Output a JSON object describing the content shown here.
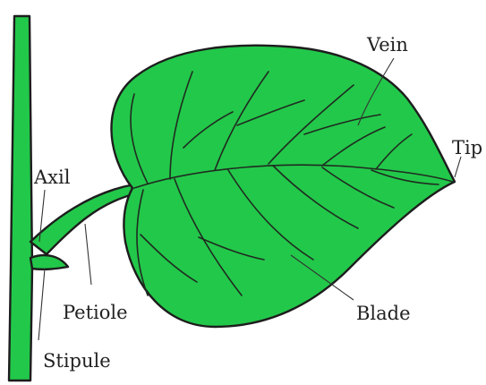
{
  "diagram": {
    "labels": {
      "vein": "Vein",
      "tip": "Tip",
      "axil": "Axil",
      "petiole": "Petiole",
      "blade": "Blade",
      "stipule": "Stipule"
    },
    "colors": {
      "leaf_fill": "#22c84a",
      "outline": "#1d1d1d",
      "background": "#ffffff"
    }
  }
}
